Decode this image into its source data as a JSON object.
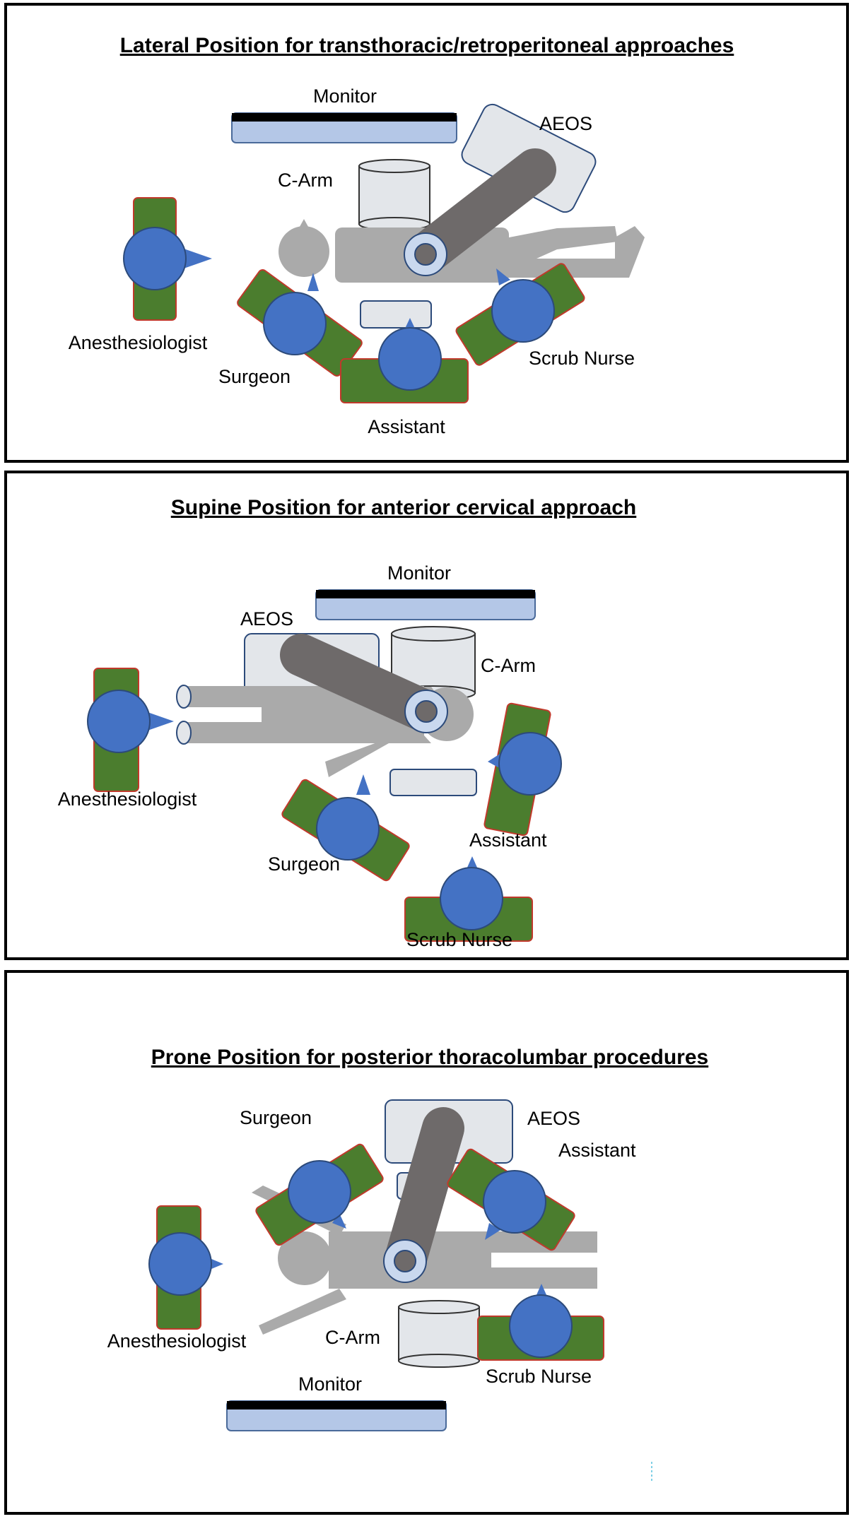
{
  "panels": [
    {
      "title": "Lateral Position for transthoracic/retroperitoneal approaches",
      "labels": {
        "monitor": "Monitor",
        "aeos": "AEOS",
        "c_arm": "C-Arm",
        "anesthesiologist": "Anesthesiologist",
        "surgeon": "Surgeon",
        "assistant": "Assistant",
        "scrub_nurse": "Scrub Nurse"
      }
    },
    {
      "title": "Supine Position for anterior cervical approach",
      "labels": {
        "monitor": "Monitor",
        "aeos": "AEOS",
        "c_arm": "C-Arm",
        "anesthesiologist": "Anesthesiologist",
        "surgeon": "Surgeon",
        "assistant": "Assistant",
        "scrub_nurse": "Scrub Nurse"
      }
    },
    {
      "title": "Prone Position for posterior thoracolumbar procedures",
      "labels": {
        "monitor": "Monitor",
        "aeos": "AEOS",
        "c_arm": "C-Arm",
        "anesthesiologist": "Anesthesiologist",
        "surgeon": "Surgeon",
        "assistant": "Assistant",
        "scrub_nurse": "Scrub Nurse"
      }
    }
  ],
  "colors": {
    "staff_body": "#4b7d2e",
    "staff_border": "#c0392b",
    "staff_head": "#4472c4",
    "patient": "#aaaaaa",
    "aeos_arm": "#6e6a6a",
    "equipment_fill": "#e3e6ea",
    "monitor_fill": "#b4c7e7",
    "monitor_bar": "#000000"
  }
}
